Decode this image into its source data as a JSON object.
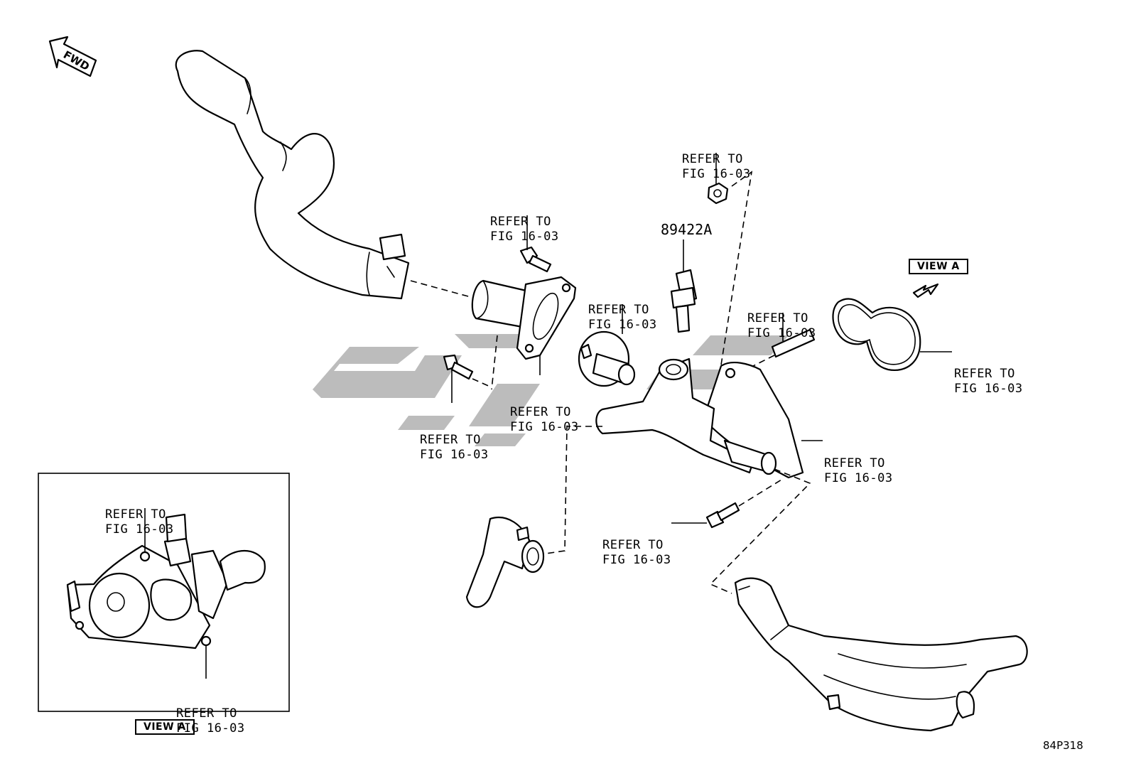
{
  "fwd_label": "FWD",
  "callouts": {
    "nut_top": [
      "REFER TO",
      "FIG 16-03"
    ],
    "bolt_upper": [
      "REFER TO",
      "FIG 16-03"
    ],
    "thermostat": [
      "REFER TO",
      "FIG 16-03"
    ],
    "stud": [
      "REFER TO",
      "FIG 16-03"
    ],
    "outlet_gasket": [
      "REFER TO",
      "FIG 16-03"
    ],
    "bolt_lower_left": [
      "REFER TO",
      "FIG 16-03"
    ],
    "housing_gasket": [
      "REFER TO",
      "FIG 16-03"
    ],
    "bolt_lower": [
      "REFER TO",
      "FIG 16-03"
    ],
    "inset_top": [
      "REFER TO",
      "FIG 16-03"
    ],
    "inset_bottom": [
      "REFER TO",
      "FIG 16-03"
    ],
    "oring_view": [
      "REFER TO",
      "FIG 16-03"
    ]
  },
  "part_number": "89422A",
  "view_label": "VIEW A",
  "diagram_code": "84P318",
  "colors": {
    "line": "#000000",
    "watermark": "#bcbcbc",
    "background": "#ffffff"
  }
}
